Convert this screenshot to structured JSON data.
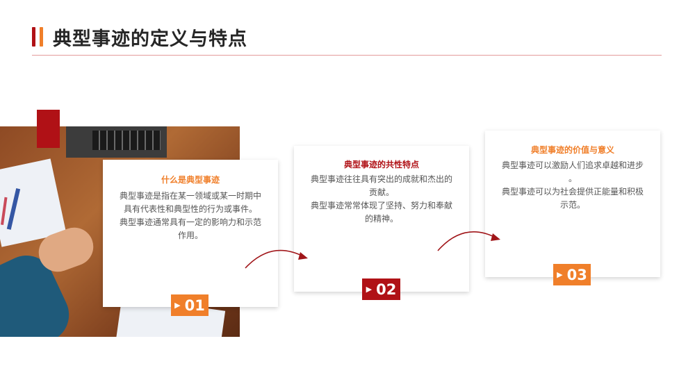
{
  "page": {
    "title": "典型事迹的定义与特点"
  },
  "colors": {
    "accent_red": "#b01116",
    "accent_orange": "#f07f2a"
  },
  "cards": [
    {
      "heading": "什么是典型事迹",
      "heading_color": "#f07f2a",
      "lines": [
        "典型事迹是指在某一领域或某一时期中",
        "具有代表性和典型性的行为或事件。",
        "典型事迹通常具有一定的影响力和示范",
        "作用。"
      ],
      "badge_number": "01",
      "badge_color": "#f07f2a",
      "badge_icon": "play-triangle-icon"
    },
    {
      "heading": "典型事迹的共性特点",
      "heading_color": "#b01116",
      "lines": [
        "典型事迹往往具有突出的成就和杰出的",
        "贡献。",
        "典型事迹常常体现了坚持、努力和奉献",
        "的精神。"
      ],
      "badge_number": "02",
      "badge_color": "#b01116",
      "badge_icon": "play-triangle-icon"
    },
    {
      "heading": "典型事迹的价值与意义",
      "heading_color": "#f07f2a",
      "lines": [
        "典型事迹可以激励人们追求卓越和进步",
        "。",
        "典型事迹可以为社会提供正能量和积极",
        "示范。"
      ],
      "badge_number": "03",
      "badge_color": "#f07f2a",
      "badge_icon": "play-triangle-icon"
    }
  ]
}
